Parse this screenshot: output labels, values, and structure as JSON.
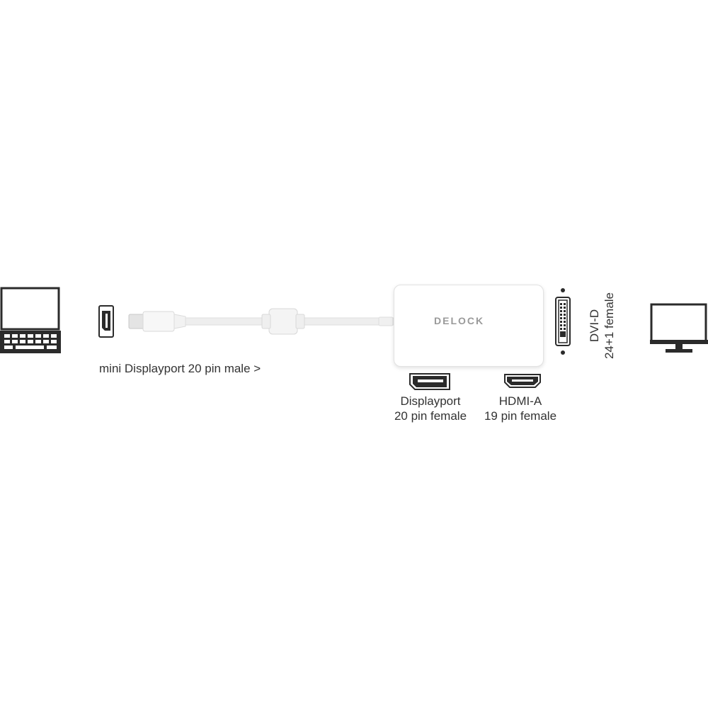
{
  "brand": {
    "logo_text": "DELOCK"
  },
  "labels": {
    "mini_dp": "mini Displayport  20 pin male  >",
    "dp_line1": "Displayport",
    "dp_line2": "20 pin female",
    "hdmi_line1": "HDMI-A",
    "hdmi_line2": "19 pin female",
    "dvi_line1": "DVI-D",
    "dvi_line2": "24+1 female"
  },
  "icons": {
    "laptop": "laptop-icon",
    "monitor": "monitor-icon",
    "mini_dp_port": "mini-displayport-port-icon",
    "dp_port": "displayport-port-icon",
    "hdmi_port": "hdmi-port-icon",
    "dvi_port": "dvi-port-icon"
  },
  "colors": {
    "ink": "#2b2b2b",
    "device": "#ffffff",
    "cable": "#eeeeee"
  }
}
